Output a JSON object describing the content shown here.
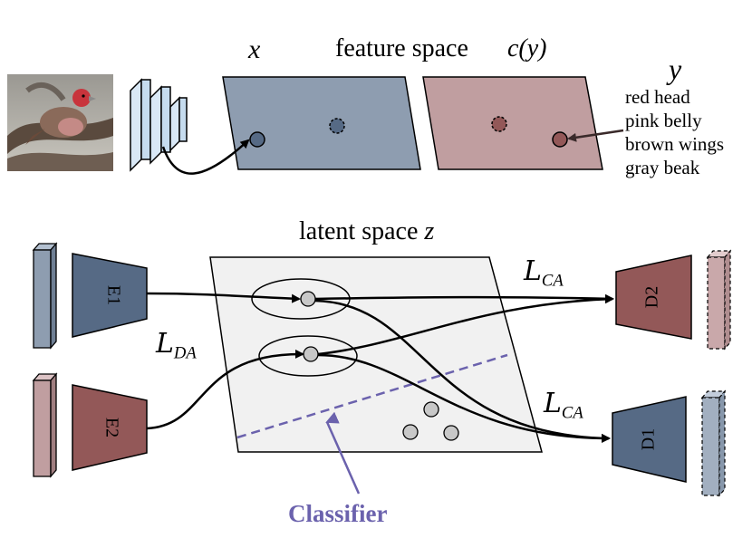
{
  "labels": {
    "x": "x",
    "feature_space": "feature space",
    "cy": "c(y)",
    "y": "y",
    "latent_space": "latent space",
    "z": "z",
    "classifier": "Classifier"
  },
  "attributes": [
    "red head",
    "pink belly",
    "brown wings",
    "gray beak"
  ],
  "losses": {
    "ca_top": {
      "symbol": "L",
      "subscript": "CA"
    },
    "da": {
      "symbol": "L",
      "subscript": "DA"
    },
    "ca_bottom": {
      "symbol": "L",
      "subscript": "CA"
    }
  },
  "modules": {
    "e1": "E1",
    "e2": "E2",
    "d1": "D1",
    "d2": "D2"
  },
  "colors": {
    "image_feature": "#8e9db0",
    "attribute_feature": "#c09ea0",
    "encoder_blue": "#566a85",
    "encoder_red": "#935858",
    "latent_bg": "#f1f1f1",
    "classifier": "#6b62ad",
    "point_gray": "#c8c8c8",
    "cnn_blue": "#c6dcef"
  }
}
